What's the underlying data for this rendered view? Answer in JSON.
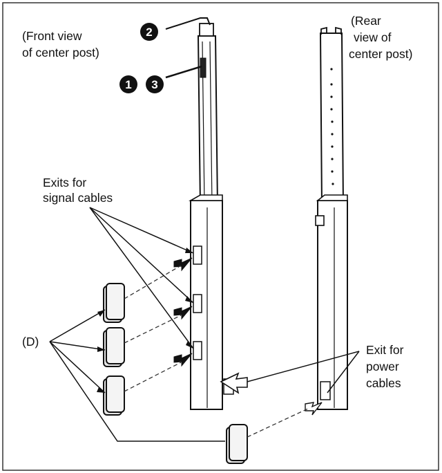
{
  "labels": {
    "front_view_line1": "(Front view",
    "front_view_line2": "of center post)",
    "rear_view_line1": "(Rear",
    "rear_view_line2": "view of",
    "rear_view_line3": "center post)",
    "signal_exits_line1": "Exits for",
    "signal_exits_line2": "signal cables",
    "power_exit_line1": "Exit for",
    "power_exit_line2": "power",
    "power_exit_line3": "cables",
    "part_d": "(D)"
  },
  "badges": [
    "1",
    "2",
    "3"
  ],
  "colors": {
    "ink": "#111111",
    "fill": "#ffffff",
    "frame": "#333333"
  }
}
